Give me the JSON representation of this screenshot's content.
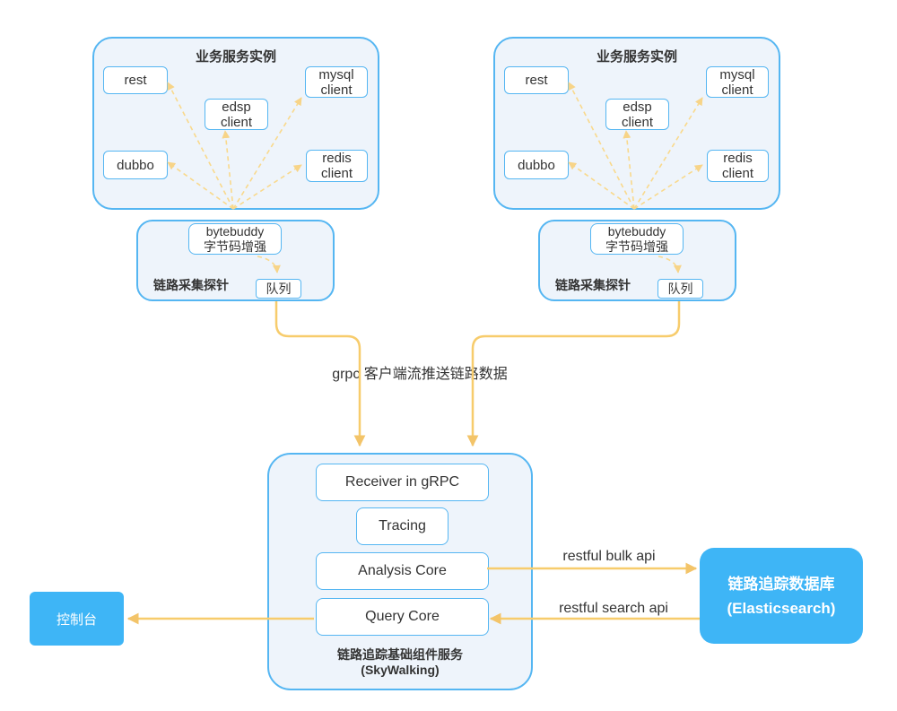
{
  "colors": {
    "border_blue": "#55b6f2",
    "panel_fill": "#eef4fb",
    "solid_blue": "#3eb5f6",
    "arrow_yellow": "#f7cc6c",
    "dashed_yellow": "#f9d98c",
    "text_dark": "#333333"
  },
  "groups": [
    {
      "title": "业务服务实例",
      "nodes": {
        "rest": "rest",
        "dubbo": "dubbo",
        "edsp": {
          "line1": "edsp",
          "line2": "client"
        },
        "mysql": {
          "line1": "mysql",
          "line2": "client"
        },
        "redis": {
          "line1": "redis",
          "line2": "client"
        }
      },
      "probe": {
        "label": "链路采集探针",
        "bytebuddy": {
          "line1": "bytebuddy",
          "line2": "字节码增强"
        },
        "queue": "队列"
      }
    },
    {
      "title": "业务服务实例",
      "nodes": {
        "rest": "rest",
        "dubbo": "dubbo",
        "edsp": {
          "line1": "edsp",
          "line2": "client"
        },
        "mysql": {
          "line1": "mysql",
          "line2": "client"
        },
        "redis": {
          "line1": "redis",
          "line2": "client"
        }
      },
      "probe": {
        "label": "链路采集探针",
        "bytebuddy": {
          "line1": "bytebuddy",
          "line2": "字节码增强"
        },
        "queue": "队列"
      }
    }
  ],
  "edges": {
    "grpc_push": "grpc 客户端流推送链路数据",
    "bulk_api": "restful bulk api",
    "search_api": "restful search api"
  },
  "skywalking": {
    "modules": [
      "Receiver in gRPC",
      "Tracing",
      "Analysis Core",
      "Query Core"
    ],
    "label": {
      "line1": "链路追踪基础组件服务",
      "line2": "(SkyWalking)"
    }
  },
  "elasticsearch": {
    "line1": "链路追踪数据库",
    "line2": "(Elasticsearch)"
  },
  "console": {
    "label": "控制台"
  }
}
